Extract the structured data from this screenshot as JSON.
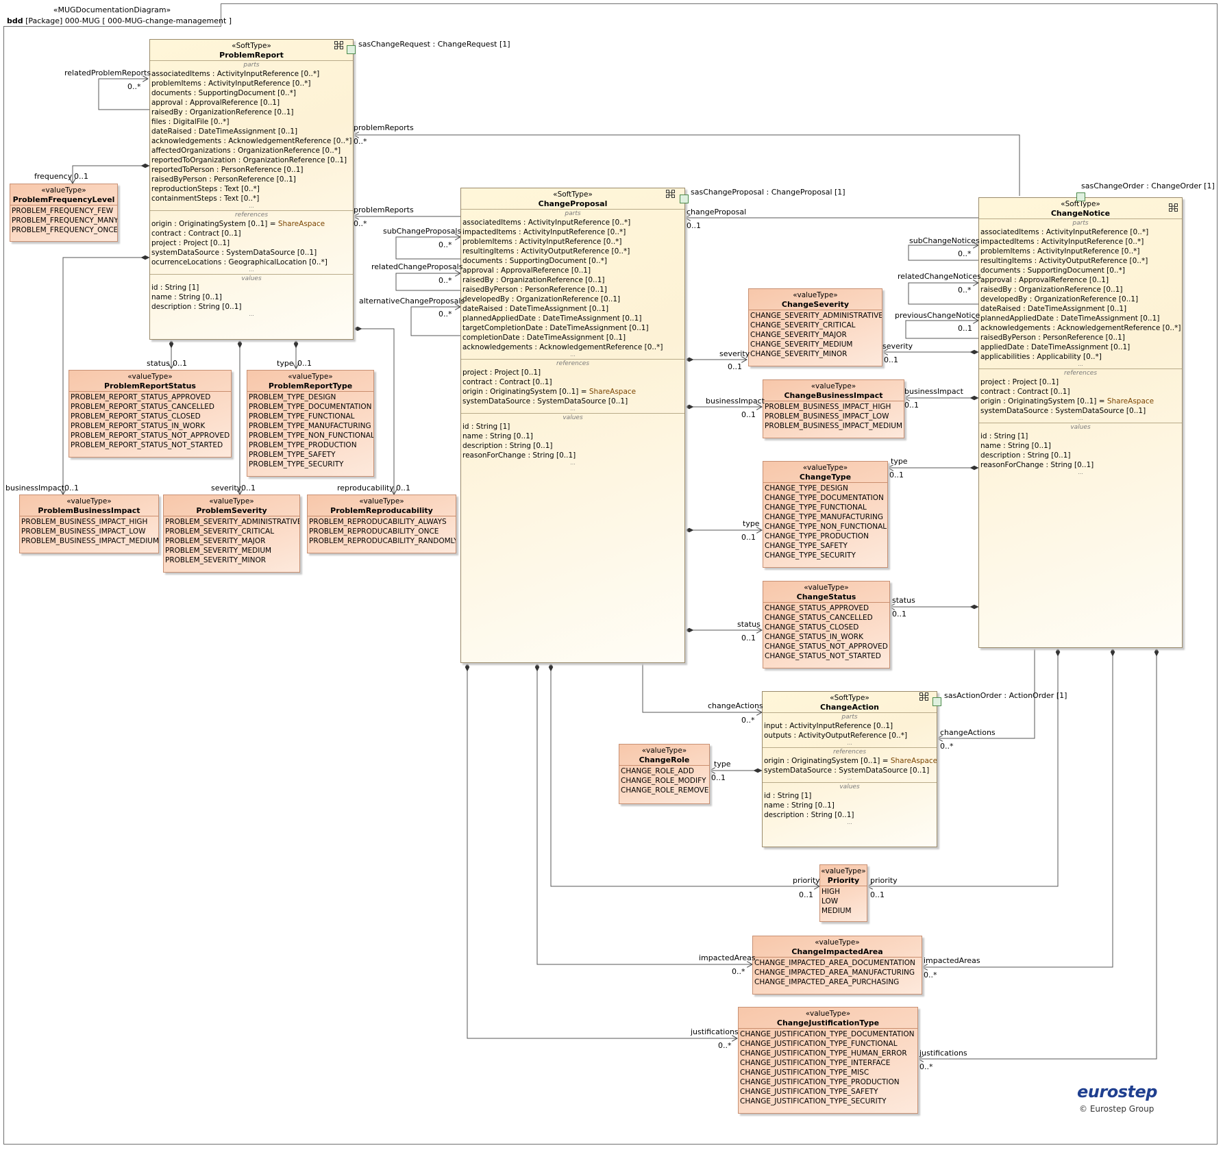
{
  "diagram": {
    "frame_stereotype": "«MUGDocumentationDiagram»",
    "frame_kind": "bdd",
    "frame_title": "[Package] 000-MUG [ 000-MUG-change-management ]"
  },
  "footer": {
    "logo": "eurostep",
    "copyright": "© Eurostep Group"
  },
  "blocks": {
    "problemReport": {
      "stereotype": "«SoftType»",
      "name": "ProblemReport",
      "parts": [
        [
          "associatedItems",
          " : ActivityInputReference [0..*]"
        ],
        [
          "problemItems",
          " : ActivityInputReference [0..*]"
        ],
        [
          "documents",
          " : SupportingDocument [0..*]"
        ],
        [
          "approval",
          " : ApprovalReference [0..1]"
        ],
        [
          "raisedBy",
          " : OrganizationReference [0..1]"
        ],
        [
          "files",
          " : DigitalFile [0..*]"
        ],
        [
          "dateRaised",
          " : DateTimeAssignment [0..1]"
        ],
        [
          "acknowledgements",
          " : AcknowledgementReference [0..*]"
        ],
        [
          "affectedOrganizations",
          " : OrganizationReference [0..*]"
        ],
        [
          "reportedToOrganization",
          " : OrganizationReference [0..1]"
        ],
        [
          "reportedToPerson",
          " : PersonReference [0..1]"
        ],
        [
          "raisedByPerson",
          " : PersonReference [0..1]"
        ],
        [
          "reproductionSteps",
          " : Text [0..*]"
        ],
        [
          "containmentSteps",
          " : Text [0..*]"
        ]
      ],
      "references": [
        [
          "origin",
          " : OriginatingSystem [0..1] = ",
          "ShareAspace"
        ],
        [
          "contract",
          " : Contract [0..1]",
          ""
        ],
        [
          "project",
          " : Project [0..1]",
          ""
        ],
        [
          "systemDataSource",
          " : SystemDataSource [0..1]",
          ""
        ],
        [
          "ocurrenceLocations",
          " : GeographicalLocation [0..*]",
          ""
        ]
      ],
      "values": [
        [
          "id",
          " : String [1]"
        ],
        [
          "name",
          " : String [0..1]"
        ],
        [
          "description",
          " : String [0..1]"
        ]
      ]
    },
    "changeProposal": {
      "stereotype": "«SoftType»",
      "name": "ChangeProposal",
      "parts": [
        [
          "associatedItems",
          " : ActivityInputReference [0..*]"
        ],
        [
          "impactedItems",
          " : ActivityInputReference [0..*]"
        ],
        [
          "problemItems",
          " : ActivityInputReference [0..*]"
        ],
        [
          "resultingItems",
          " : ActivityOutputReference [0..*]"
        ],
        [
          "documents",
          " : SupportingDocument [0..*]"
        ],
        [
          "approval",
          " : ApprovalReference [0..1]"
        ],
        [
          "raisedBy",
          " : OrganizationReference [0..1]"
        ],
        [
          "raisedByPerson",
          " : PersonReference [0..1]"
        ],
        [
          "developedBy",
          " : OrganizationReference [0..1]"
        ],
        [
          "dateRaised",
          " : DateTimeAssignment [0..1]"
        ],
        [
          "plannedAppliedDate",
          " : DateTimeAssignment [0..1]"
        ],
        [
          "targetCompletionDate",
          " : DateTimeAssignment [0..1]"
        ],
        [
          "completionDate",
          " : DateTimeAssignment [0..1]"
        ],
        [
          "acknowledgements",
          " : AcknowledgementReference [0..*]"
        ]
      ],
      "references": [
        [
          "project",
          " : Project [0..1]",
          ""
        ],
        [
          "contract",
          " : Contract [0..1]",
          ""
        ],
        [
          "origin",
          " : OriginatingSystem [0..1] = ",
          "ShareAspace"
        ],
        [
          "systemDataSource",
          " : SystemDataSource [0..1]",
          ""
        ]
      ],
      "values": [
        [
          "id",
          " : String [1]"
        ],
        [
          "name",
          " : String [0..1]"
        ],
        [
          "description",
          " : String [0..1]"
        ],
        [
          "reasonForChange",
          " : String [0..1]"
        ]
      ]
    },
    "changeNotice": {
      "stereotype": "«SoftType»",
      "name": "ChangeNotice",
      "parts": [
        [
          "associatedItems",
          " : ActivityInputReference [0..*]"
        ],
        [
          "impactedItems",
          " : ActivityInputReference [0..*]"
        ],
        [
          "problemItems",
          " : ActivityInputReference [0..*]"
        ],
        [
          "resultingItems",
          " : ActivityOutputReference [0..*]"
        ],
        [
          "documents",
          " : SupportingDocument [0..*]"
        ],
        [
          "approval",
          " : ApprovalReference [0..1]"
        ],
        [
          "raisedBy",
          " : OrganizationReference [0..1]"
        ],
        [
          "developedBy",
          " : OrganizationReference [0..1]"
        ],
        [
          "dateRaised",
          " : DateTimeAssignment [0..1]"
        ],
        [
          "plannedAppliedDate",
          " : DateTimeAssignment [0..1]"
        ],
        [
          "acknowledgements",
          " : AcknowledgementReference [0..*]"
        ],
        [
          "raisedByPerson",
          " : PersonReference [0..1]"
        ],
        [
          "appliedDate",
          " : DateTimeAssignment [0..1]"
        ],
        [
          "applicabilities",
          " : Applicability [0..*]"
        ]
      ],
      "references": [
        [
          "project",
          " : Project [0..1]",
          ""
        ],
        [
          "contract",
          " : Contract [0..1]",
          ""
        ],
        [
          "origin",
          " : OriginatingSystem [0..1] = ",
          "ShareAspace"
        ],
        [
          "systemDataSource",
          " : SystemDataSource [0..1]",
          ""
        ]
      ],
      "values": [
        [
          "id",
          " : String [1]"
        ],
        [
          "name",
          " : String [0..1]"
        ],
        [
          "description",
          " : String [0..1]"
        ],
        [
          "reasonForChange",
          " : String [0..1]"
        ]
      ]
    },
    "changeAction": {
      "stereotype": "«SoftType»",
      "name": "ChangeAction",
      "parts": [
        [
          "input",
          " : ActivityInputReference [0..1]"
        ],
        [
          "outputs",
          " : ActivityOutputReference [0..*]"
        ]
      ],
      "references": [
        [
          "origin",
          " : OriginatingSystem [0..1] = ",
          "ShareAspace"
        ],
        [
          "systemDataSource",
          " : SystemDataSource [0..1]",
          ""
        ]
      ],
      "values": [
        [
          "id",
          " : String [1]"
        ],
        [
          "name",
          " : String [0..1]"
        ],
        [
          "description",
          " : String [0..1]"
        ]
      ]
    }
  },
  "valueTypes": {
    "problemFrequencyLevel": {
      "stereotype": "«valueType»",
      "name": "ProblemFrequencyLevel",
      "literals": [
        "PROBLEM_FREQUENCY_FEW",
        "PROBLEM_FREQUENCY_MANY",
        "PROBLEM_FREQUENCY_ONCE"
      ]
    },
    "problemReportStatus": {
      "stereotype": "«valueType»",
      "name": "ProblemReportStatus",
      "literals": [
        "PROBLEM_REPORT_STATUS_APPROVED",
        "PROBLEM_REPORT_STATUS_CANCELLED",
        "PROBLEM_REPORT_STATUS_CLOSED",
        "PROBLEM_REPORT_STATUS_IN_WORK",
        "PROBLEM_REPORT_STATUS_NOT_APPROVED",
        "PROBLEM_REPORT_STATUS_NOT_STARTED"
      ]
    },
    "problemReportType": {
      "stereotype": "«valueType»",
      "name": "ProblemReportType",
      "literals": [
        "PROBLEM_TYPE_DESIGN",
        "PROBLEM_TYPE_DOCUMENTATION",
        "PROBLEM_TYPE_FUNCTIONAL",
        "PROBLEM_TYPE_MANUFACTURING",
        "PROBLEM_TYPE_NON_FUNCTIONAL",
        "PROBLEM_TYPE_PRODUCTION",
        "PROBLEM_TYPE_SAFETY",
        "PROBLEM_TYPE_SECURITY"
      ]
    },
    "problemBusinessImpact": {
      "stereotype": "«valueType»",
      "name": "ProblemBusinessImpact",
      "literals": [
        "PROBLEM_BUSINESS_IMPACT_HIGH",
        "PROBLEM_BUSINESS_IMPACT_LOW",
        "PROBLEM_BUSINESS_IMPACT_MEDIUM"
      ]
    },
    "problemSeverity": {
      "stereotype": "«valueType»",
      "name": "ProblemSeverity",
      "literals": [
        "PROBLEM_SEVERITY_ADMINISTRATIVE",
        "PROBLEM_SEVERITY_CRITICAL",
        "PROBLEM_SEVERITY_MAJOR",
        "PROBLEM_SEVERITY_MEDIUM",
        "PROBLEM_SEVERITY_MINOR"
      ]
    },
    "problemReproducability": {
      "stereotype": "«valueType»",
      "name": "ProblemReproducability",
      "literals": [
        "PROBLEM_REPRODUCABILITY_ALWAYS",
        "PROBLEM_REPRODUCABILITY_ONCE",
        "PROBLEM_REPRODUCABILITY_RANDOMLY"
      ]
    },
    "changeSeverity": {
      "stereotype": "«valueType»",
      "name": "ChangeSeverity",
      "literals": [
        "CHANGE_SEVERITY_ADMINISTRATIVE",
        "CHANGE_SEVERITY_CRITICAL",
        "CHANGE_SEVERITY_MAJOR",
        "CHANGE_SEVERITY_MEDIUM",
        "CHANGE_SEVERITY_MINOR"
      ]
    },
    "changeBusinessImpact": {
      "stereotype": "«valueType»",
      "name": "ChangeBusinessImpact",
      "literals": [
        "PROBLEM_BUSINESS_IMPACT_HIGH",
        "PROBLEM_BUSINESS_IMPACT_LOW",
        "PROBLEM_BUSINESS_IMPACT_MEDIUM"
      ]
    },
    "changeType": {
      "stereotype": "«valueType»",
      "name": "ChangeType",
      "literals": [
        "CHANGE_TYPE_DESIGN",
        "CHANGE_TYPE_DOCUMENTATION",
        "CHANGE_TYPE_FUNCTIONAL",
        "CHANGE_TYPE_MANUFACTURING",
        "CHANGE_TYPE_NON_FUNCTIONAL",
        "CHANGE_TYPE_PRODUCTION",
        "CHANGE_TYPE_SAFETY",
        "CHANGE_TYPE_SECURITY"
      ]
    },
    "changeStatus": {
      "stereotype": "«valueType»",
      "name": "ChangeStatus",
      "literals": [
        "CHANGE_STATUS_APPROVED",
        "CHANGE_STATUS_CANCELLED",
        "CHANGE_STATUS_CLOSED",
        "CHANGE_STATUS_IN_WORK",
        "CHANGE_STATUS_NOT_APPROVED",
        "CHANGE_STATUS_NOT_STARTED"
      ]
    },
    "changeRole": {
      "stereotype": "«valueType»",
      "name": "ChangeRole",
      "literals": [
        "CHANGE_ROLE_ADD",
        "CHANGE_ROLE_MODIFY",
        "CHANGE_ROLE_REMOVE"
      ]
    },
    "priority": {
      "stereotype": "«valueType»",
      "name": "Priority",
      "literals": [
        "HIGH",
        "LOW",
        "MEDIUM"
      ]
    },
    "changeImpactedArea": {
      "stereotype": "«valueType»",
      "name": "ChangeImpactedArea",
      "literals": [
        "CHANGE_IMPACTED_AREA_DOCUMENTATION",
        "CHANGE_IMPACTED_AREA_MANUFACTURING",
        "CHANGE_IMPACTED_AREA_PURCHASING"
      ]
    },
    "changeJustificationType": {
      "stereotype": "«valueType»",
      "name": "ChangeJustificationType",
      "literals": [
        "CHANGE_JUSTIFICATION_TYPE_DOCUMENTATION",
        "CHANGE_JUSTIFICATION_TYPE_FUNCTIONAL",
        "CHANGE_JUSTIFICATION_TYPE_HUMAN_ERROR",
        "CHANGE_JUSTIFICATION_TYPE_INTERFACE",
        "CHANGE_JUSTIFICATION_TYPE_MISC",
        "CHANGE_JUSTIFICATION_TYPE_PRODUCTION",
        "CHANGE_JUSTIFICATION_TYPE_SAFETY",
        "CHANGE_JUSTIFICATION_TYPE_SECURITY"
      ]
    }
  },
  "compartment_titles": {
    "parts": "parts",
    "references": "references",
    "values": "values",
    "ellipsis": "..."
  },
  "labels": {
    "sasChangeRequest": "sasChangeRequest : ChangeRequest [1]",
    "sasChangeProposal": "sasChangeProposal : ChangeProposal [1]",
    "sasChangeOrder": "sasChangeOrder : ChangeOrder [1]",
    "sasActionOrder": "sasActionOrder : ActionOrder [1]",
    "relatedProblemReports": "relatedProblemReports",
    "many": "0..*",
    "one": "0..1",
    "frequency": "frequency",
    "problemReports": "problemReports",
    "status": "status",
    "type": "type",
    "businessImpact": "businessImpact",
    "severity": "severity",
    "reproducability": "reproducability",
    "subChangeProposals": "subChangeProposals",
    "relatedChangeProposals": "relatedChangeProposals",
    "alternativeChangeProposals": "alternativeChangeProposals",
    "changeProposal": "changeProposal",
    "subChangeNotices": "subChangeNotices",
    "relatedChangeNotices": "relatedChangeNotices",
    "previousChangeNotice": "previousChangeNotice",
    "changeActions": "changeActions",
    "priority": "priority",
    "impactedAreas": "impactedAreas",
    "justifications": "justifications"
  }
}
